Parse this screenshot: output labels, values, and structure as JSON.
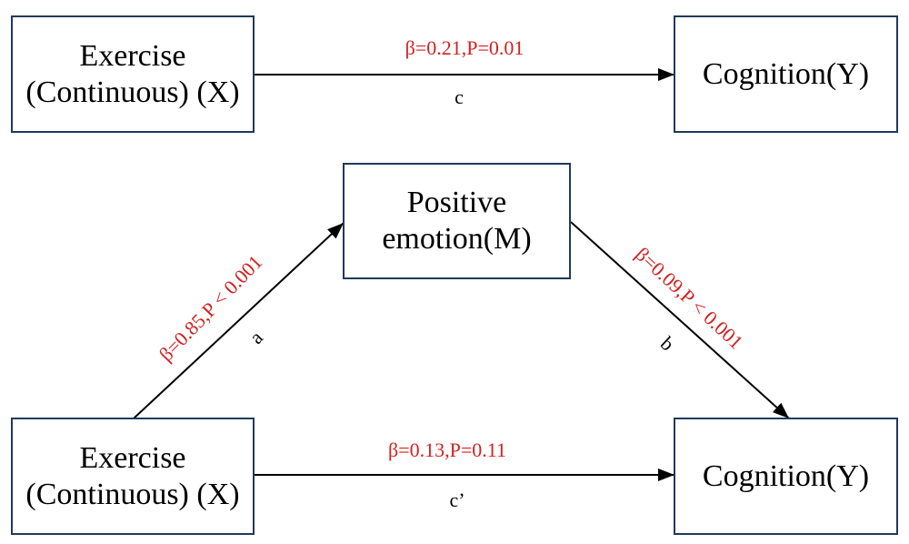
{
  "colors": {
    "box_border": "#1f3a5c",
    "arrow": "#000000",
    "stat_text": "#d42020",
    "path_text": "#000000"
  },
  "top": {
    "x_box": {
      "line1": "Exercise",
      "line2": "(Continuous) (X)"
    },
    "y_box": {
      "text": "Cognition(Y)"
    },
    "c_stat": "β=0.21,P=0.01",
    "c_label": "c"
  },
  "bottom": {
    "m_box": {
      "line1": "Positive",
      "line2": "emotion(M)"
    },
    "x_box": {
      "line1": "Exercise",
      "line2": "(Continuous) (X)"
    },
    "y_box": {
      "text": "Cognition(Y)"
    },
    "a_stat": "β=0.85,P < 0.001",
    "a_label": "a",
    "b_stat": "β=0.09,P < 0.001",
    "b_label": "b",
    "cprime_stat": "β=0.13,P=0.11",
    "cprime_label": "c’"
  }
}
